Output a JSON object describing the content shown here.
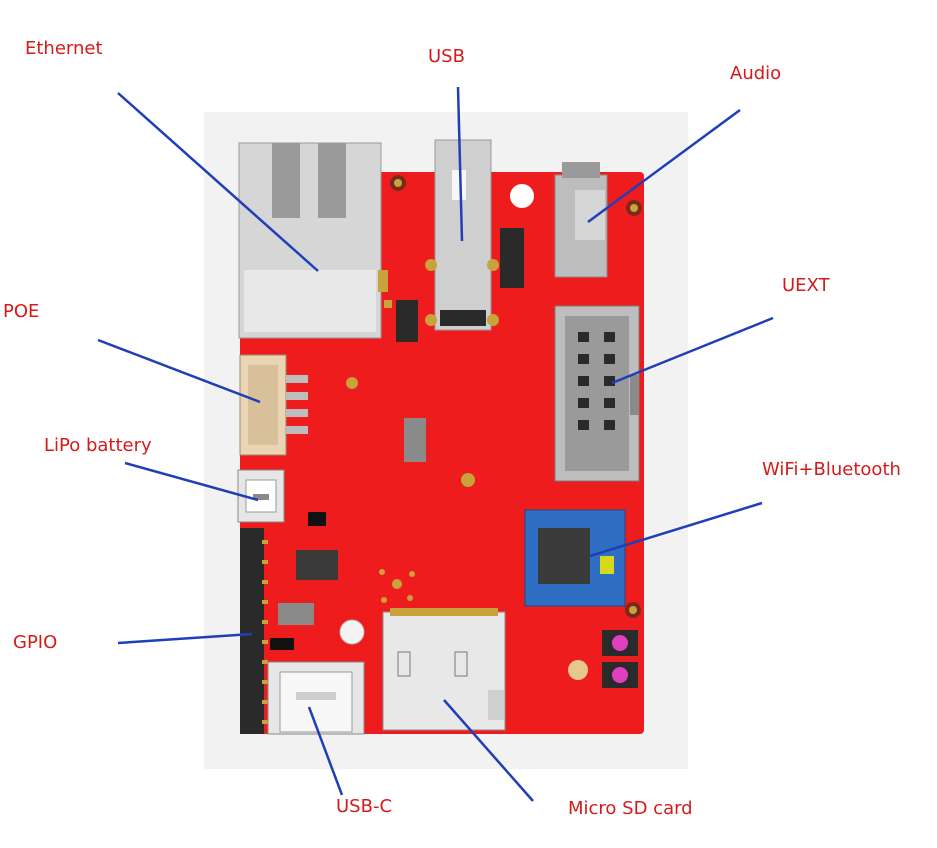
{
  "diagram": {
    "colors": {
      "label": "#d61a1a",
      "leader_line": "#1f3fb8",
      "board": "#ee1c1c",
      "backdrop": "#f2f2f2",
      "wifi_module": "#2e6fc4",
      "silver": "#cfcfcf",
      "header_black": "#2a2a2a"
    },
    "labels": {
      "ethernet": "Ethernet",
      "usb": "USB",
      "audio": "Audio",
      "uext": "UEXT",
      "poe": "POE",
      "lipo": "LiPo battery",
      "wifi_bt": "WiFi+Bluetooth",
      "gpio": "GPIO",
      "usb_c": "USB-C",
      "micro_sd": "Micro SD card"
    }
  }
}
